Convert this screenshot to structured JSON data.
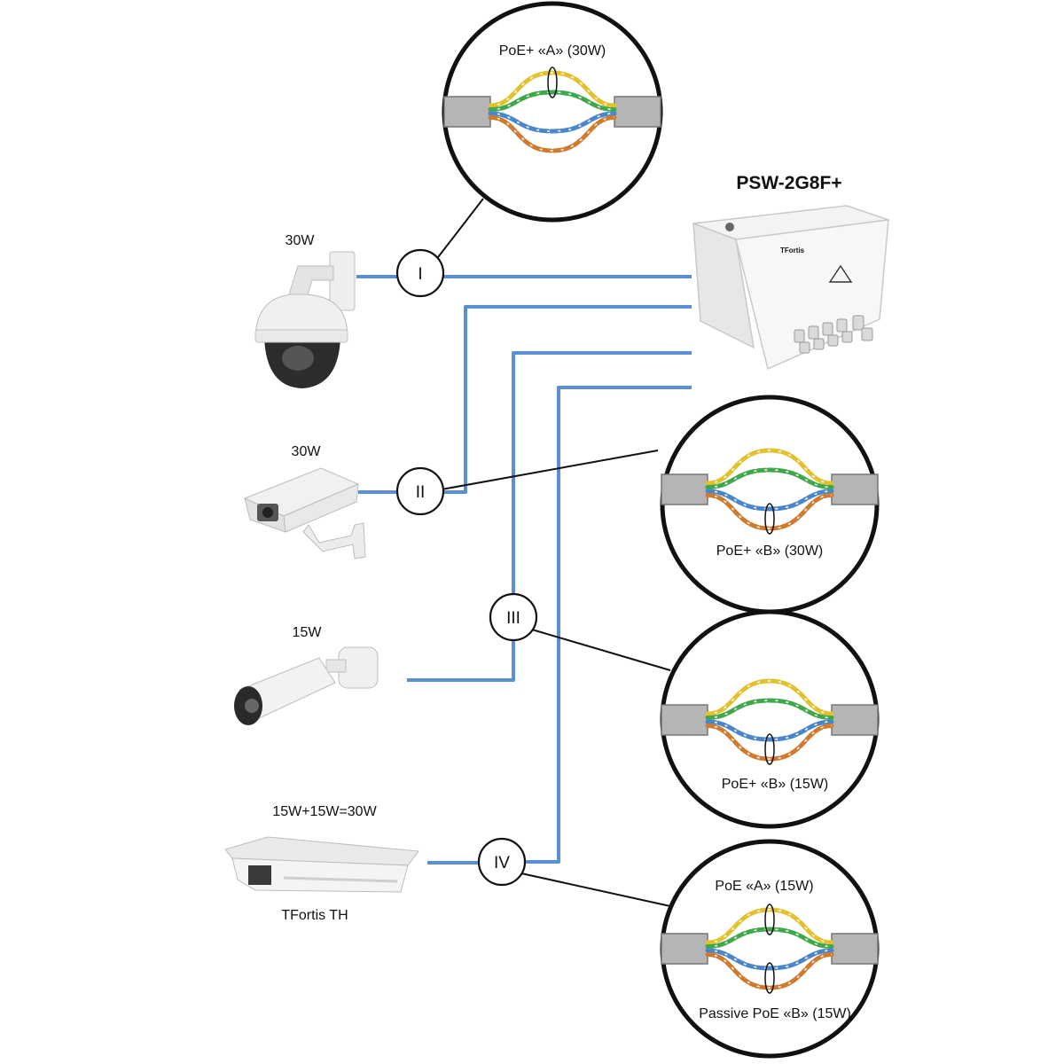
{
  "switch": {
    "model": "PSW-2G8F+",
    "brand": "TFortis"
  },
  "devices": [
    {
      "id": "dome",
      "power": "30W",
      "icon": "ptz-dome-camera-icon"
    },
    {
      "id": "box",
      "power": "30W",
      "icon": "box-camera-with-housing-icon"
    },
    {
      "id": "bullet",
      "power": "15W",
      "icon": "bullet-camera-icon"
    },
    {
      "id": "housing",
      "power": "15W+15W=30W",
      "icon": "thermal-housing-camera-icon",
      "name": "TFortis TH"
    }
  ],
  "connections": [
    {
      "marker": "I"
    },
    {
      "marker": "II"
    },
    {
      "marker": "III"
    },
    {
      "marker": "IV"
    }
  ],
  "details": [
    {
      "labels": [
        "PoE+ «A» (30W)"
      ]
    },
    {
      "labels": [
        "PoE+ «B» (30W)"
      ]
    },
    {
      "labels": [
        "PoE+ «B» (15W)"
      ]
    },
    {
      "labels": [
        "PoE «A» (15W)",
        "Passive PoE «B» (15W)"
      ]
    }
  ],
  "colors": {
    "cable": "#5b8fd4",
    "pair_orange": "#d07a2e",
    "pair_green": "#3fa84a",
    "pair_blue": "#4a86cc",
    "pair_yellow": "#e3c12d",
    "jacket": "#b5b5b5"
  }
}
